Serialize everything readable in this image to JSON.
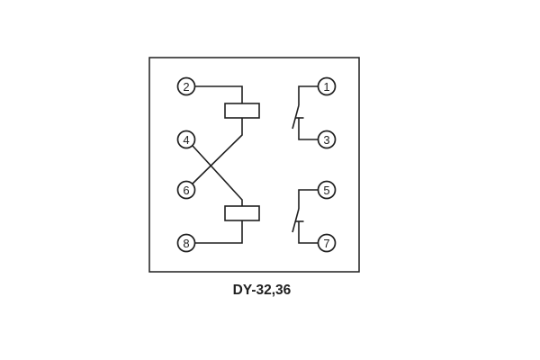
{
  "diagram": {
    "caption": "DY-32,36",
    "terminals": {
      "t1": "1",
      "t2": "2",
      "t3": "3",
      "t4": "4",
      "t5": "5",
      "t6": "6",
      "t7": "7",
      "t8": "8"
    },
    "symbols": {
      "coil_top": "coil",
      "coil_bottom": "coil",
      "contact_top": "normally-open-contact",
      "contact_bottom": "normally-open-contact"
    },
    "colors": {
      "line": "#1f1f1f",
      "background": "#ffffff"
    }
  }
}
